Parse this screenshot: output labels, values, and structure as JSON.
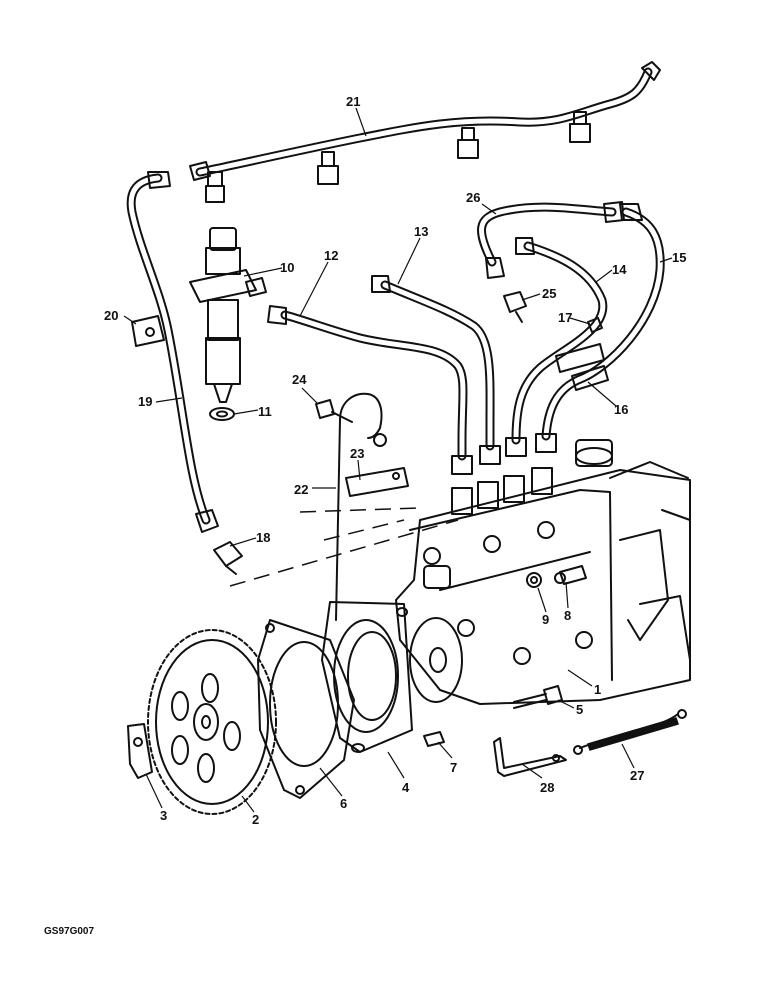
{
  "figure": {
    "code": "GS97G007"
  },
  "callouts": [
    "1",
    "2",
    "3",
    "4",
    "5",
    "6",
    "7",
    "8",
    "9",
    "10",
    "11",
    "12",
    "13",
    "14",
    "15",
    "16",
    "17",
    "18",
    "19",
    "20",
    "21",
    "22",
    "23",
    "24",
    "25",
    "26",
    "27",
    "28"
  ]
}
